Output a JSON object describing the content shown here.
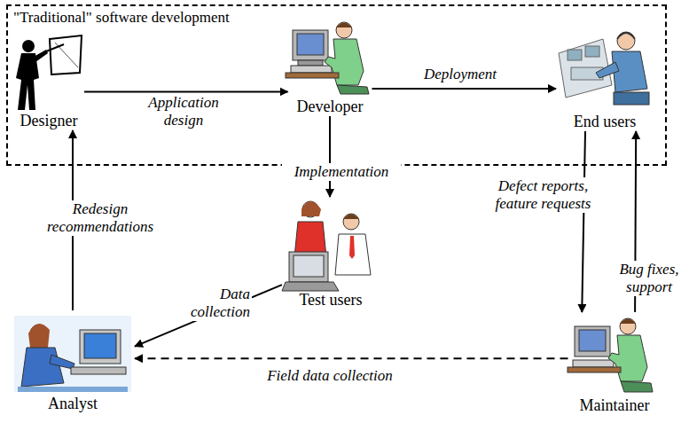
{
  "diagram": {
    "nodes": [
      {
        "text": [
          "\"Traditional\" software development"
        ]
      },
      {
        "text": [
          "Designer"
        ],
        "in": 0
      },
      {
        "text": [
          "Developer"
        ],
        "in": 0
      },
      {
        "text": [
          "End users"
        ],
        "in": 0
      },
      {
        "text": [
          "Test users"
        ]
      },
      {
        "text": [
          "Analyst"
        ]
      },
      {
        "text": [
          "Maintainer"
        ]
      }
    ],
    "edges": [
      {
        "from": 1,
        "to": 2,
        "label": "Application design",
        "arrow": "to"
      },
      {
        "from": 2,
        "to": 3,
        "label": "Deployment",
        "arrow": "to"
      },
      {
        "from": 2,
        "to": 4,
        "label": "Implementation",
        "arrow": "to"
      },
      {
        "from": 4,
        "to": 5,
        "label": "Data collection",
        "arrow": "to"
      },
      {
        "from": 5,
        "to": 1,
        "label": "Redesign recommendations",
        "arrow": "to"
      },
      {
        "from": 3,
        "to": 6,
        "label": "Defect reports, feature requests",
        "arrow": "to"
      },
      {
        "from": 6,
        "to": 3,
        "label": "Bug fixes, support",
        "arrow": "to"
      },
      {
        "from": 6,
        "to": 5,
        "label": "Field data collection",
        "arrow": "to"
      }
    ]
  }
}
